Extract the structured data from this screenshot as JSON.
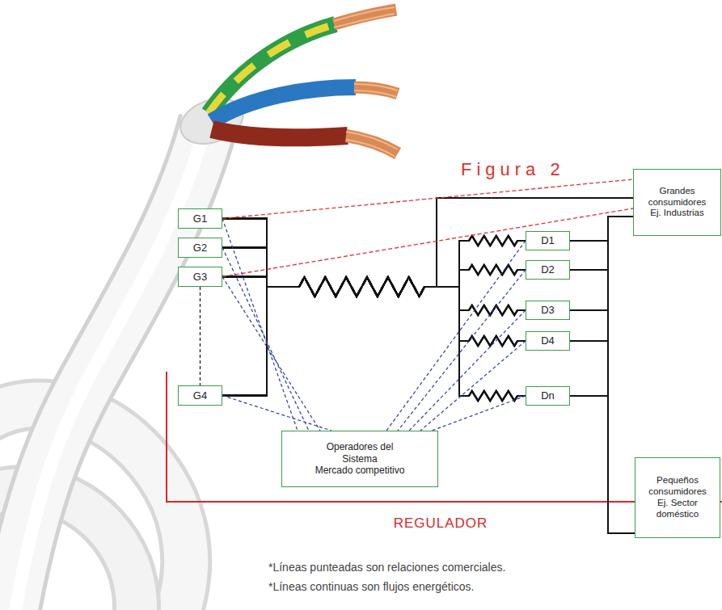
{
  "diagram": {
    "title": "Figura 2",
    "nodes": [
      {
        "text": [
          "G1"
        ]
      },
      {
        "text": [
          "G2"
        ]
      },
      {
        "text": [
          "G3"
        ]
      },
      {
        "text": [
          "G4"
        ]
      },
      {
        "text": [
          "D1"
        ]
      },
      {
        "text": [
          "D2"
        ]
      },
      {
        "text": [
          "D3"
        ]
      },
      {
        "text": [
          "D4"
        ]
      },
      {
        "text": [
          "Dn"
        ]
      },
      {
        "text": [
          "Grandes consumidores",
          "Ej. Industrias"
        ]
      },
      {
        "text": [
          "Pequeños consumidores",
          "Ej. Sector doméstico"
        ]
      },
      {
        "text": [
          "Operadores del Sistema",
          "Mercado competitivo"
        ]
      }
    ],
    "edges": [
      {
        "from": 0,
        "to": 4,
        "arrow": "none"
      },
      {
        "from": 0,
        "to": 5,
        "arrow": "none"
      },
      {
        "from": 0,
        "to": 6,
        "arrow": "none"
      },
      {
        "from": 0,
        "to": 7,
        "arrow": "none"
      },
      {
        "from": 0,
        "to": 8,
        "arrow": "none"
      },
      {
        "from": 1,
        "to": 4,
        "arrow": "none"
      },
      {
        "from": 1,
        "to": 5,
        "arrow": "none"
      },
      {
        "from": 1,
        "to": 6,
        "arrow": "none"
      },
      {
        "from": 1,
        "to": 7,
        "arrow": "none"
      },
      {
        "from": 1,
        "to": 8,
        "arrow": "none"
      },
      {
        "from": 2,
        "to": 4,
        "arrow": "none"
      },
      {
        "from": 2,
        "to": 5,
        "arrow": "none"
      },
      {
        "from": 2,
        "to": 6,
        "arrow": "none"
      },
      {
        "from": 2,
        "to": 7,
        "arrow": "none"
      },
      {
        "from": 2,
        "to": 8,
        "arrow": "none"
      },
      {
        "from": 3,
        "to": 4,
        "arrow": "none"
      },
      {
        "from": 3,
        "to": 5,
        "arrow": "none"
      },
      {
        "from": 3,
        "to": 6,
        "arrow": "none"
      },
      {
        "from": 3,
        "to": 7,
        "arrow": "none"
      },
      {
        "from": 3,
        "to": 8,
        "arrow": "none"
      },
      {
        "from": 0,
        "to": 9,
        "arrow": "none"
      },
      {
        "from": 1,
        "to": 9,
        "arrow": "none"
      },
      {
        "from": 2,
        "to": 9,
        "arrow": "none"
      },
      {
        "from": 3,
        "to": 9,
        "arrow": "none"
      },
      {
        "from": 4,
        "to": 10,
        "arrow": "none"
      },
      {
        "from": 5,
        "to": 10,
        "arrow": "none"
      },
      {
        "from": 6,
        "to": 10,
        "arrow": "none"
      },
      {
        "from": 7,
        "to": 10,
        "arrow": "none"
      },
      {
        "from": 8,
        "to": 10,
        "arrow": "none"
      },
      {
        "from": 4,
        "to": 9,
        "arrow": "none"
      },
      {
        "from": 5,
        "to": 9,
        "arrow": "none"
      },
      {
        "from": 6,
        "to": 9,
        "arrow": "none"
      },
      {
        "from": 7,
        "to": 9,
        "arrow": "none"
      },
      {
        "from": 8,
        "to": 9,
        "arrow": "none"
      },
      {
        "from": 0,
        "to": 9,
        "arrow": "none"
      },
      {
        "from": 2,
        "to": 9,
        "arrow": "none"
      },
      {
        "from": 0,
        "to": 11,
        "arrow": "none"
      },
      {
        "from": 1,
        "to": 11,
        "arrow": "none"
      },
      {
        "from": 2,
        "to": 11,
        "arrow": "none"
      },
      {
        "from": 3,
        "to": 11,
        "arrow": "none"
      },
      {
        "from": 4,
        "to": 11,
        "arrow": "none"
      },
      {
        "from": 5,
        "to": 11,
        "arrow": "none"
      },
      {
        "from": 6,
        "to": 11,
        "arrow": "none"
      },
      {
        "from": 7,
        "to": 11,
        "arrow": "none"
      },
      {
        "from": 8,
        "to": 11,
        "arrow": "none"
      },
      {
        "from": 2,
        "to": 3,
        "arrow": "none"
      }
    ],
    "labels": [
      "REGULADOR",
      "*Líneas punteadas son relaciones comerciales.",
      "*Líneas continuas son flujos energéticos."
    ]
  }
}
